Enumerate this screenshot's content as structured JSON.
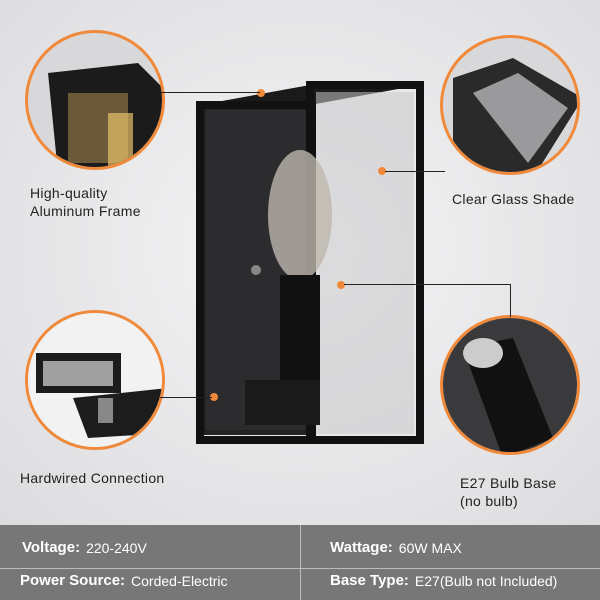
{
  "callouts": {
    "frame": "High-quality\nAluminum Frame",
    "frame_line1": "High-quality",
    "frame_line2": "Aluminum Frame",
    "glass": "Clear Glass Shade",
    "wiring": "Hardwired Connection",
    "base_line1": "E27 Bulb Base",
    "base_line2": "(no bulb)"
  },
  "specs": [
    {
      "label": "Voltage:",
      "value": "220-240V"
    },
    {
      "label": "Wattage:",
      "value": "60W MAX"
    },
    {
      "label": "Power Source:",
      "value": "Corded-Electric"
    },
    {
      "label": "Base Type:",
      "value": "E27(Bulb not Included)"
    }
  ],
  "colors": {
    "accent": "#f08a3a",
    "table_bg": "#777777",
    "frame": "#1a1a1a"
  }
}
